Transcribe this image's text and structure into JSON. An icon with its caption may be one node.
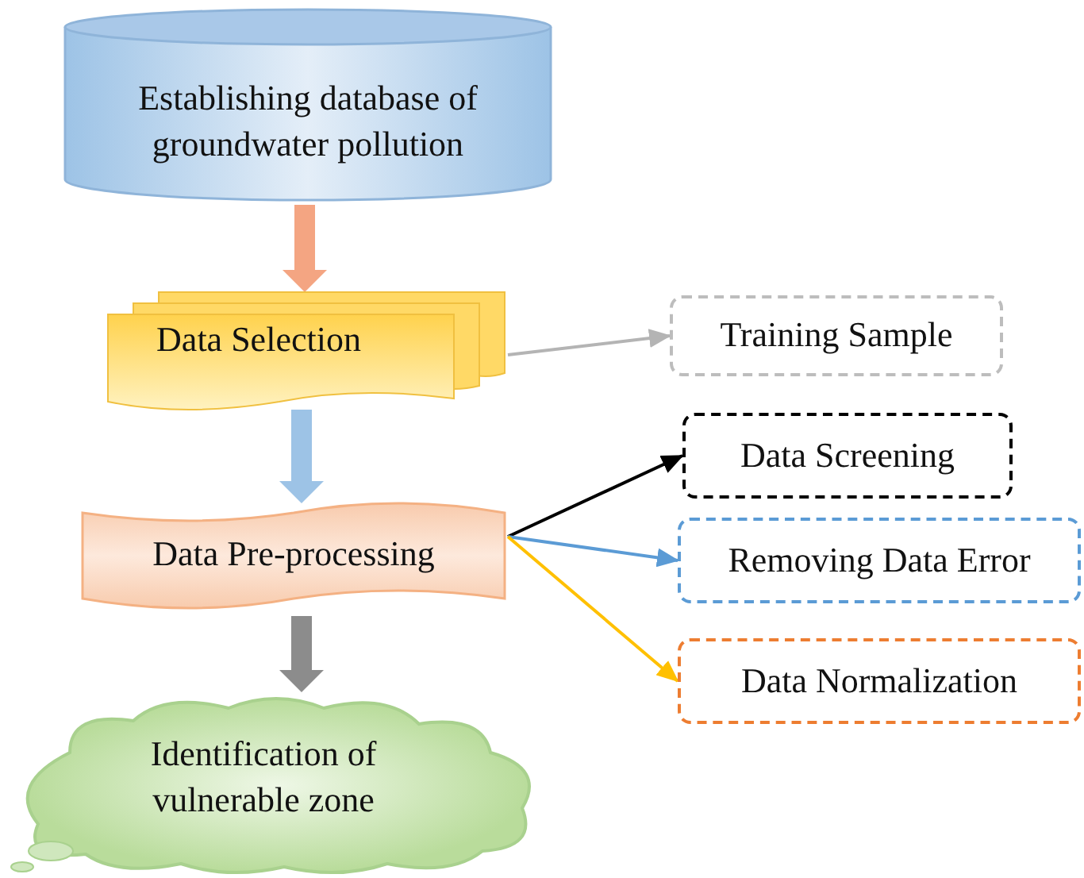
{
  "diagram": {
    "nodes": [
      {
        "text": [
          "Establishing database of groundwater pollution"
        ]
      },
      {
        "text": [
          "Data Selection"
        ]
      },
      {
        "text": [
          "Training Sample"
        ]
      },
      {
        "text": [
          "Data Pre-processing"
        ]
      },
      {
        "text": [
          "Data Screening"
        ]
      },
      {
        "text": [
          "Removing Data Error"
        ]
      },
      {
        "text": [
          "Data Normalization"
        ]
      },
      {
        "text": [
          "Identification of vulnerable zone"
        ]
      }
    ],
    "edges": [
      {
        "from": 0,
        "to": 1,
        "arrow": "to",
        "style": "thick",
        "color": "#f4a582"
      },
      {
        "from": 1,
        "to": 3,
        "arrow": "to",
        "style": "thick",
        "color": "#9dc3e6"
      },
      {
        "from": 3,
        "to": 7,
        "arrow": "to",
        "style": "thick",
        "color": "#8c8c8c"
      },
      {
        "from": 1,
        "to": 2,
        "arrow": "to",
        "color": "#b4b4b4"
      },
      {
        "from": 3,
        "to": 4,
        "arrow": "to",
        "color": "#000000"
      },
      {
        "from": 3,
        "to": 5,
        "arrow": "to",
        "color": "#5b9bd5"
      },
      {
        "from": 3,
        "to": 6,
        "arrow": "to",
        "color": "#ffc000"
      }
    ]
  }
}
